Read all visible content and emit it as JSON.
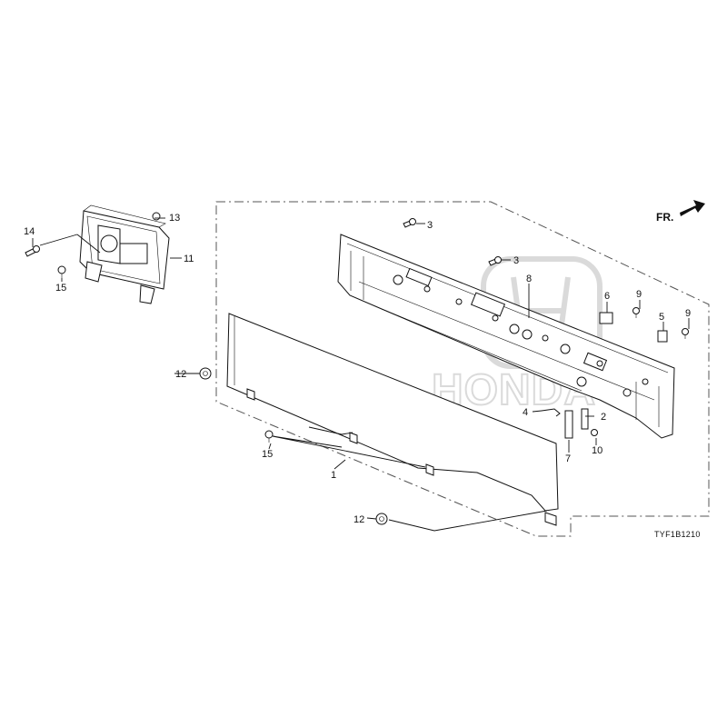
{
  "diagram": {
    "code": "TYF1B1210",
    "direction_label": "FR.",
    "watermark_text": "HONDA",
    "callouts": [
      "1",
      "2",
      "3",
      "3",
      "4",
      "5",
      "6",
      "7",
      "8",
      "9",
      "9",
      "10",
      "11",
      "12",
      "12",
      "13",
      "14",
      "15",
      "15"
    ]
  }
}
